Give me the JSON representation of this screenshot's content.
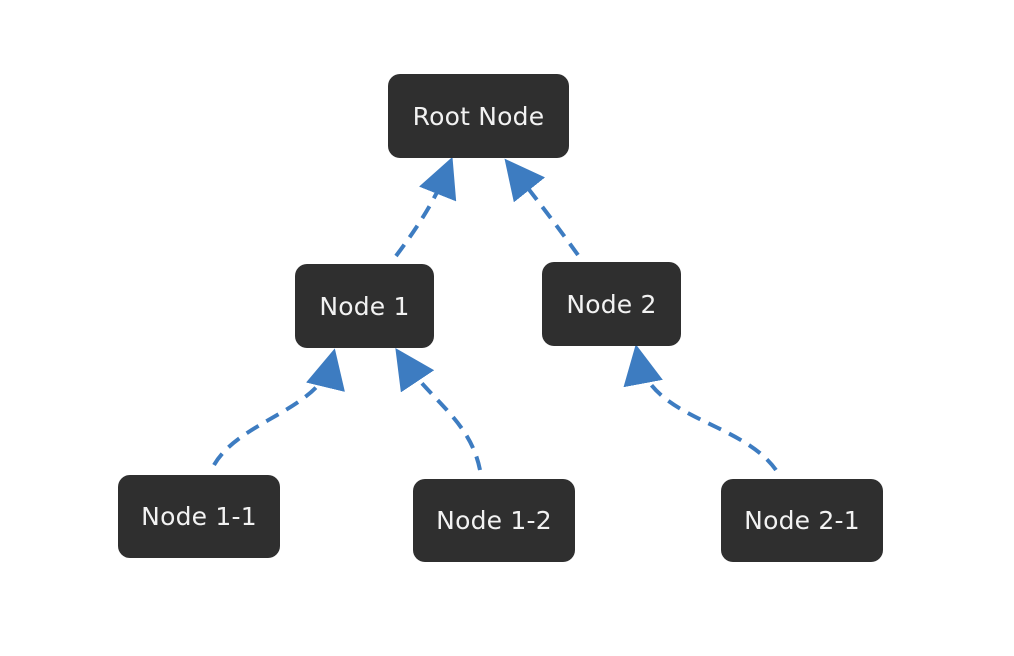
{
  "diagram": {
    "nodes": {
      "root": "Root Node",
      "n1": "Node 1",
      "n2": "Node 2",
      "n1_1": "Node 1-1",
      "n1_2": "Node 1-2",
      "n2_1": "Node 2-1"
    },
    "edges": [
      {
        "from": "Node 1",
        "to": "Root Node"
      },
      {
        "from": "Node 2",
        "to": "Root Node"
      },
      {
        "from": "Node 1-1",
        "to": "Node 1"
      },
      {
        "from": "Node 1-2",
        "to": "Node 1"
      },
      {
        "from": "Node 2-1",
        "to": "Node 2"
      }
    ],
    "colors": {
      "node_fill": "#2f2f2f",
      "node_text": "#f2f2f2",
      "edge": "#3d7cc1"
    },
    "edge_style": "dashed-arrow"
  }
}
